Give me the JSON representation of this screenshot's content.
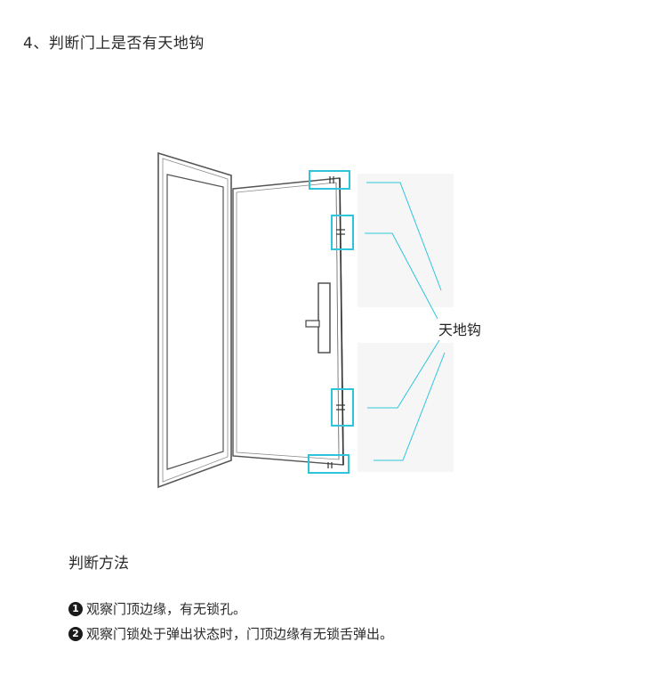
{
  "title": "4、判断门上是否有天地钩",
  "diagram": {
    "callout_label": "天地钩",
    "accent_color": "#2ec5dc"
  },
  "method": {
    "heading": "判断方法",
    "steps": [
      {
        "marker": "1",
        "text": "观察门顶边缘，有无锁孔。"
      },
      {
        "marker": "2",
        "text": "观察门锁处于弹出状态时，门顶边缘有无锁舌弹出。"
      }
    ]
  }
}
